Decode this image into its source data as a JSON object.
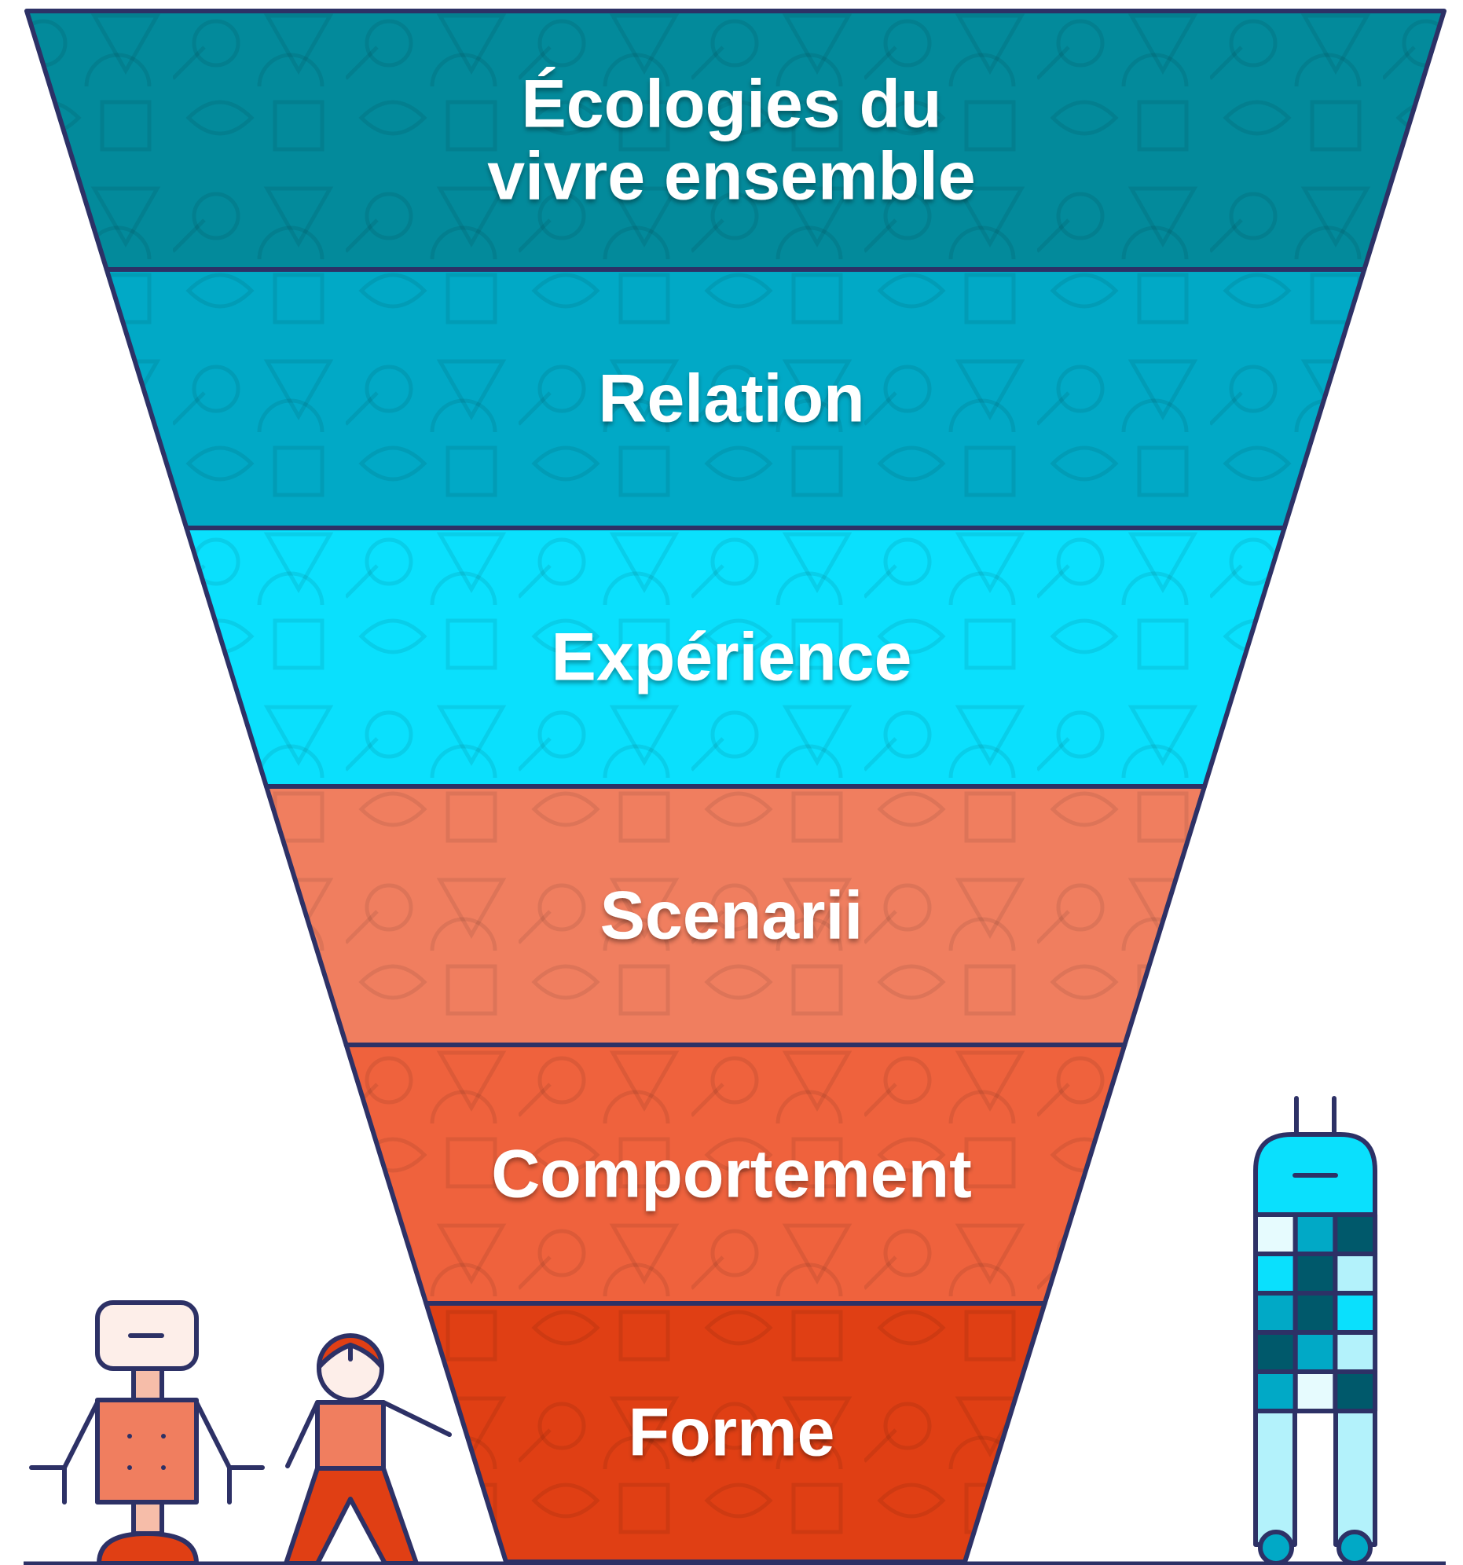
{
  "funnel": {
    "layers": [
      {
        "lines": [
          "Écologies du",
          "vivre ensemble"
        ],
        "color": "#038a9b"
      },
      {
        "lines": [
          "Relation"
        ],
        "color": "#01a9c6"
      },
      {
        "lines": [
          "Expérience"
        ],
        "color": "#0ae0fd"
      },
      {
        "lines": [
          "Scenarii"
        ],
        "color": "#f07e5f"
      },
      {
        "lines": [
          "Comportement"
        ],
        "color": "#ef623d"
      },
      {
        "lines": [
          "Forme"
        ],
        "color": "#e03f14"
      }
    ],
    "outline_color": "#2d3166"
  },
  "characters": {
    "robot_left_color": "#f07e5f",
    "person_color": "#e03f14",
    "tower_robot_colors": [
      "#0ae0fd",
      "#01a9c6",
      "#00596b",
      "#b3f2fb",
      "#e6fbfe"
    ]
  }
}
